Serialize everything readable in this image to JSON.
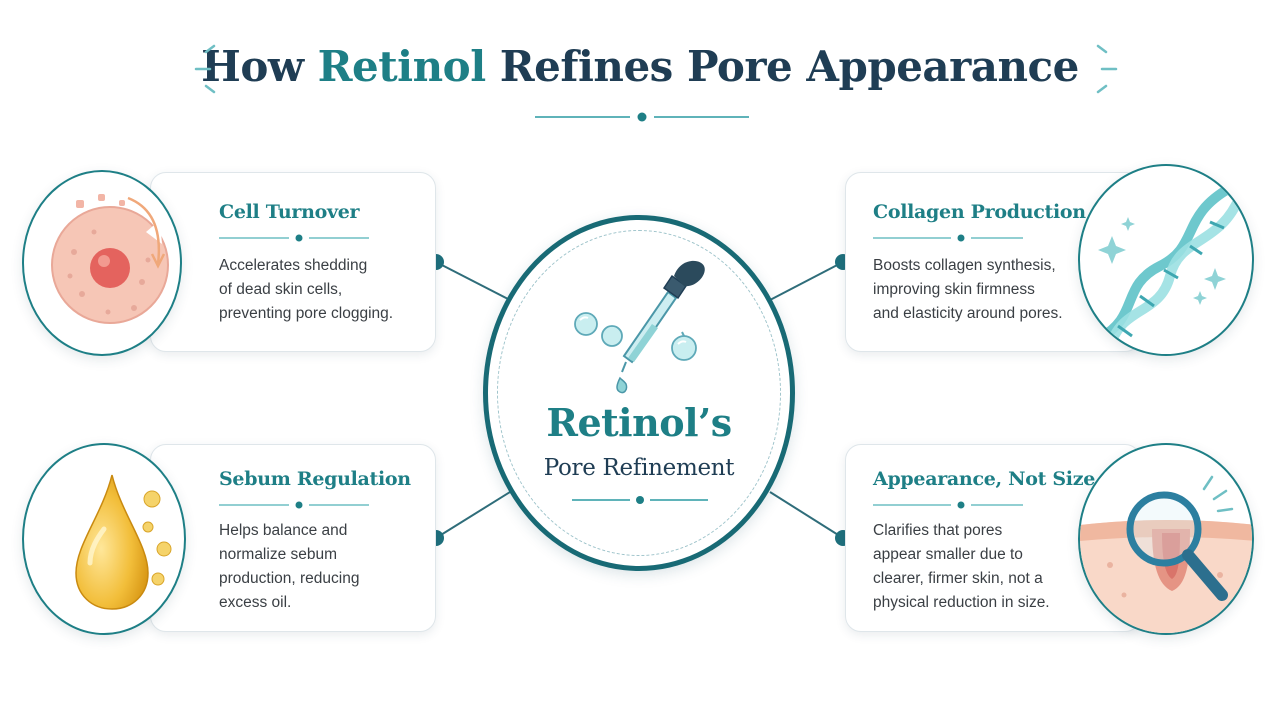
{
  "colors": {
    "teal": "#1e7f86",
    "teal_dark": "#186a75",
    "navy": "#1f3d54",
    "aqua": "#8fd3d6"
  },
  "header": {
    "title_prefix": "How ",
    "title_accent": "Retinol",
    "title_suffix": " Refines Pore Appearance"
  },
  "center": {
    "title": "Retinol’s",
    "subtitle": "Pore Refinement",
    "icon": "dropper-icon"
  },
  "cards": [
    {
      "title": "Cell Turnover",
      "lines": [
        "Accelerates shedding",
        "of dead skin cells,",
        "preventing pore clogging."
      ],
      "icon": "skin-cell-icon"
    },
    {
      "title": "Collagen Production",
      "lines": [
        "Boosts collagen synthesis,",
        "improving skin firmness",
        "and elasticity around pores."
      ],
      "icon": "collagen-helix-icon"
    },
    {
      "title": "Sebum Regulation",
      "lines": [
        "Helps balance and",
        "normalize sebum",
        "production, reducing",
        "excess oil."
      ],
      "icon": "oil-drop-icon"
    },
    {
      "title": "Appearance, Not Size",
      "lines": [
        "Clarifies that pores",
        "appear smaller due to",
        "clearer, firmer skin, not a",
        "physical reduction in size."
      ],
      "icon": "magnifier-pore-icon"
    }
  ]
}
